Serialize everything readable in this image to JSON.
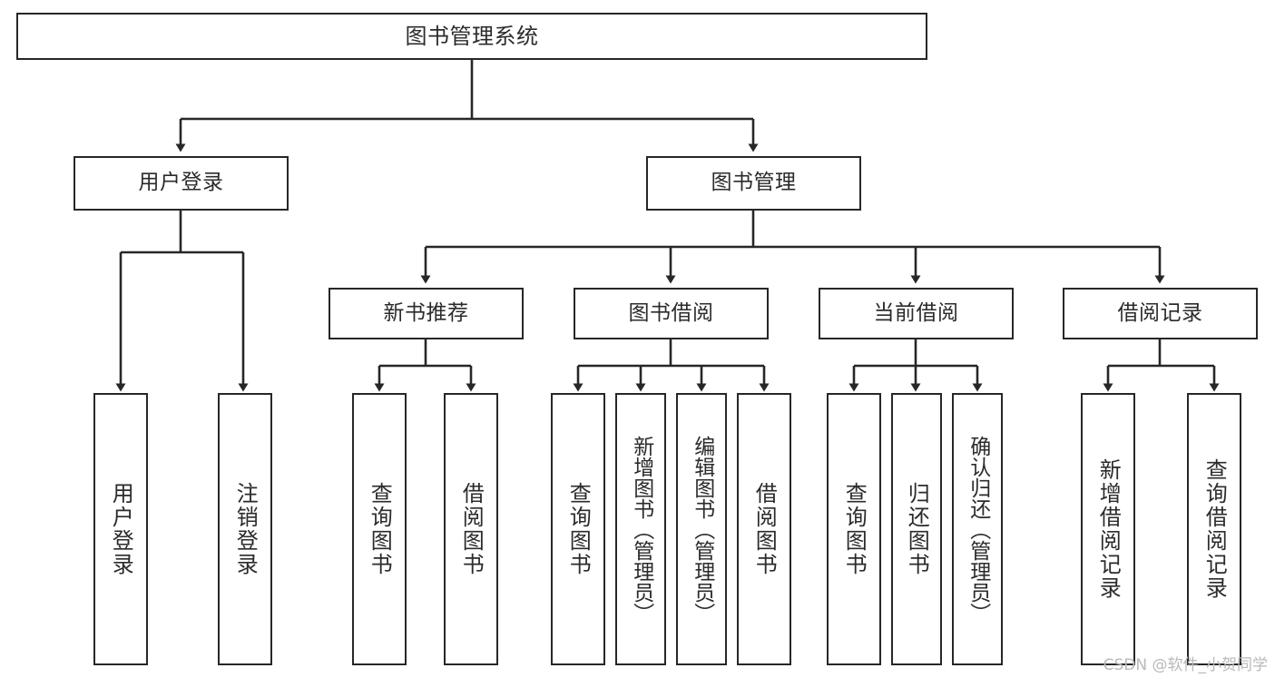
{
  "diagram": {
    "type": "tree-hierarchy-flowchart",
    "title": "图书管理系统",
    "orientation": "top-down",
    "style": {
      "box_fill": "#ffffff",
      "box_stroke": "#272727",
      "edge_color": "#272727",
      "text_color": "#2b2b2b",
      "background": "#ffffff"
    }
  },
  "nodes": {
    "root": {
      "label": "图书管理系统",
      "level": 0
    },
    "level1": [
      {
        "id": "user-login",
        "label": "用户登录"
      },
      {
        "id": "book-management",
        "label": "图书管理"
      }
    ],
    "level2": [
      {
        "id": "new-book-recommend",
        "label": "新书推荐",
        "parent": "book-management"
      },
      {
        "id": "book-borrow",
        "label": "图书借阅",
        "parent": "book-management"
      },
      {
        "id": "current-borrow",
        "label": "当前借阅",
        "parent": "book-management"
      },
      {
        "id": "borrow-record",
        "label": "借阅记录",
        "parent": "book-management"
      }
    ],
    "leaves": [
      {
        "id": "leaf-user-login",
        "label": "用户登录",
        "parent": "user-login"
      },
      {
        "id": "leaf-logout-login",
        "label": "注销登录",
        "parent": "user-login"
      },
      {
        "id": "leaf-query-book-1",
        "label": "查询图书",
        "parent": "new-book-recommend"
      },
      {
        "id": "leaf-borrow-book-1",
        "label": "借阅图书",
        "parent": "new-book-recommend"
      },
      {
        "id": "leaf-query-book-2",
        "label": "查询图书",
        "parent": "book-borrow"
      },
      {
        "id": "leaf-add-book",
        "label": "新增图书（管理员）",
        "parent": "book-borrow"
      },
      {
        "id": "leaf-edit-book",
        "label": "编辑图书（管理员）",
        "parent": "book-borrow"
      },
      {
        "id": "leaf-borrow-book-2",
        "label": "借阅图书",
        "parent": "book-borrow"
      },
      {
        "id": "leaf-query-book-3",
        "label": "查询图书",
        "parent": "current-borrow"
      },
      {
        "id": "leaf-return-book",
        "label": "归还图书",
        "parent": "current-borrow"
      },
      {
        "id": "leaf-confirm-return",
        "label": "确认归还（管理员）",
        "parent": "current-borrow"
      },
      {
        "id": "leaf-add-record",
        "label": "新增借阅记录",
        "parent": "borrow-record"
      },
      {
        "id": "leaf-query-record",
        "label": "查询借阅记录",
        "parent": "borrow-record"
      }
    ]
  },
  "watermark": {
    "text": "CSDN @软件_小贺同学"
  }
}
